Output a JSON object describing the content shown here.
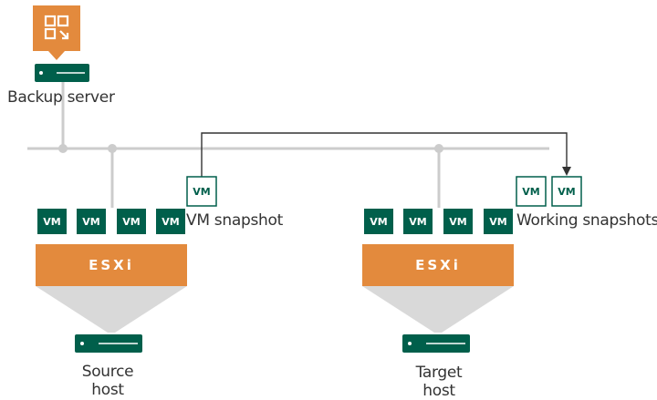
{
  "backup_server": {
    "label": "Backup server"
  },
  "vm_badge": "VM",
  "esxi_label": "ESXi",
  "source_host": {
    "label_line1": "Source",
    "label_line2": "host",
    "vm_snapshot_label": "VM snapshot"
  },
  "target_host": {
    "label_line1": "Target",
    "label_line2": "host",
    "working_snapshots_label": "Working snapshots"
  },
  "colors": {
    "orange": "#E38A3D",
    "vm_green": "#005F4B",
    "line_gray": "#CCCCCC",
    "cone_gray": "#D9D9D9",
    "arrow": "#333333"
  }
}
